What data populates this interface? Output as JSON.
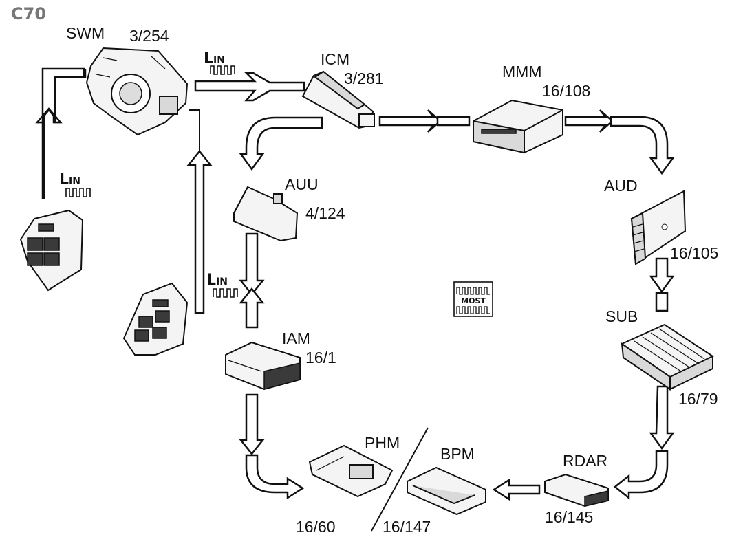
{
  "title": "C70",
  "modules": [
    {
      "id": "swm",
      "name": "SWM",
      "code": "3/254"
    },
    {
      "id": "icm",
      "name": "ICM",
      "code": "3/281"
    },
    {
      "id": "mmm",
      "name": "MMM",
      "code": "16/108"
    },
    {
      "id": "auu",
      "name": "AUU",
      "code": "4/124"
    },
    {
      "id": "aud",
      "name": "AUD",
      "code": "16/105"
    },
    {
      "id": "sub",
      "name": "SUB",
      "code": "16/79"
    },
    {
      "id": "iam",
      "name": "IAM",
      "code": "16/1"
    },
    {
      "id": "phm",
      "name": "PHM",
      "code": "16/60"
    },
    {
      "id": "bpm",
      "name": "BPM",
      "code": "16/147"
    },
    {
      "id": "rdar",
      "name": "RDAR",
      "code": "16/145"
    }
  ],
  "bus_labels": {
    "lin_main": "L",
    "lin_sub": "IN",
    "most": "MOST"
  }
}
